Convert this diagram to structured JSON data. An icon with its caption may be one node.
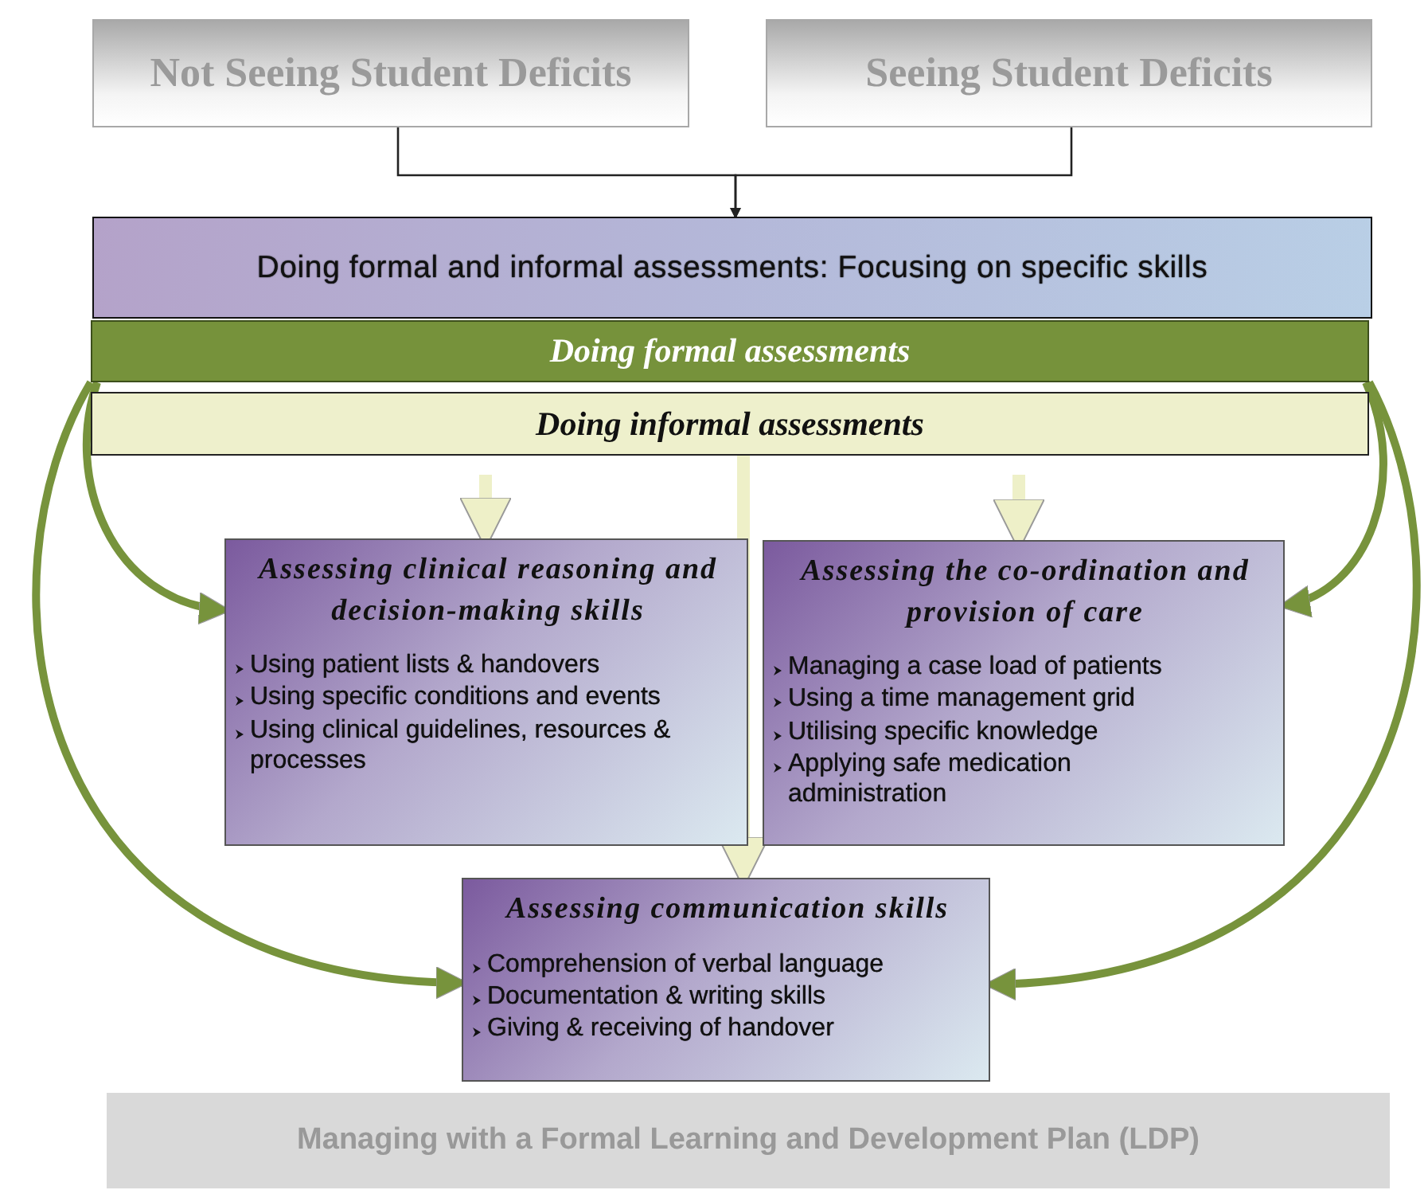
{
  "diagram": {
    "nodes": [
      {
        "text": [
          "Not Seeing Student Deficits"
        ]
      },
      {
        "text": [
          "Seeing Student Deficits"
        ]
      },
      {
        "text": [
          "Doing formal and informal assessments: Focusing on specific skills"
        ]
      },
      {
        "text": [
          "Doing formal assessments"
        ]
      },
      {
        "text": [
          "Doing informal assessments"
        ]
      },
      {
        "text": [
          "Assessing clinical reasoning and decision-making skills",
          "Using patient lists & handovers",
          "Using specific conditions and events",
          "Using clinical guidelines, resources & processes"
        ]
      },
      {
        "text": [
          "Assessing the co-ordination and provision of care",
          "Managing a case load of patients",
          "Using a time management grid",
          "Utilising specific knowledge",
          "Applying safe medication administration"
        ]
      },
      {
        "text": [
          "Assessing communication skills",
          "Comprehension of verbal language",
          "Documentation & writing skills",
          "Giving & receiving of handover"
        ]
      },
      {
        "text": [
          "Managing with a Formal Learning and Development Plan (LDP)"
        ]
      }
    ],
    "edges": [
      {
        "from": 0,
        "to": 2,
        "arrow": "to",
        "color": "#222222"
      },
      {
        "from": 1,
        "to": 2,
        "arrow": "to",
        "color": "#222222"
      },
      {
        "from": 3,
        "to": 5,
        "arrow": "to",
        "color": "#77933c"
      },
      {
        "from": 3,
        "to": 7,
        "arrow": "to",
        "color": "#77933c"
      },
      {
        "from": 3,
        "to": 6,
        "arrow": "to",
        "color": "#77933c"
      },
      {
        "from": 3,
        "to": 7,
        "arrow": "to",
        "color": "#77933c"
      },
      {
        "from": 4,
        "to": 5,
        "arrow": "to",
        "color": "#eef0c8"
      },
      {
        "from": 4,
        "to": 7,
        "arrow": "to",
        "color": "#eef0c8"
      },
      {
        "from": 4,
        "to": 6,
        "arrow": "to",
        "color": "#eef0c8"
      }
    ]
  }
}
